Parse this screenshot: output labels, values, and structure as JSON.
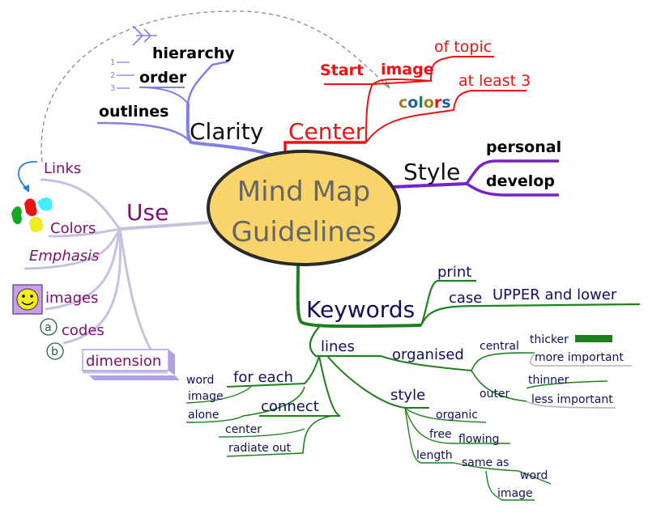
{
  "center": {
    "line1": "Mind Map",
    "line2": "Guidelines"
  },
  "clarity": {
    "label": "Clarity",
    "hierarchy": "hierarchy",
    "order": "order",
    "order_numbers": [
      "1",
      "2",
      "3"
    ],
    "outlines": "outlines"
  },
  "center_branch": {
    "label": "Center",
    "start": "Start",
    "image": "image",
    "of_topic": "of topic",
    "at_least_3": "at least 3",
    "colors_letters": [
      "c",
      "o",
      "l",
      "o",
      "r",
      "s"
    ]
  },
  "style": {
    "label": "Style",
    "personal": "personal",
    "develop": "develop"
  },
  "use": {
    "label": "Use",
    "links": "Links",
    "colors": "Colors",
    "emphasis": "Emphasis",
    "images": "images",
    "codes": "codes",
    "code_a": "a",
    "code_b": "b",
    "dimension": "dimension"
  },
  "keywords": {
    "label": "Keywords",
    "print": "print",
    "case": "case",
    "upper_lower": "UPPER and lower",
    "lines": "lines",
    "organised": "organised",
    "central": "central",
    "thicker": "thicker",
    "more_important": "more important",
    "outer": "outer",
    "thinner": "thinner",
    "less_important": "less important",
    "for_each": "for each",
    "word": "word",
    "image": "image",
    "alone": "alone",
    "connect": "connect",
    "center": "center",
    "radiate_out": "radiate out",
    "style": "style",
    "organic": "organic",
    "free": "free",
    "flowing": "flowing",
    "length": "length",
    "same_as": "same as",
    "word2": "word",
    "image2": "image"
  },
  "colors": {
    "clarity": "#8080e8",
    "center": "#ee1111",
    "style": "#7722cc",
    "use": "#c8c0e0",
    "use_text": "#801070",
    "keywords": "#208020",
    "keyword_text": "#101060",
    "bubble_fill": "#f9d46a",
    "bubble_stroke": "#2a2a2a"
  }
}
